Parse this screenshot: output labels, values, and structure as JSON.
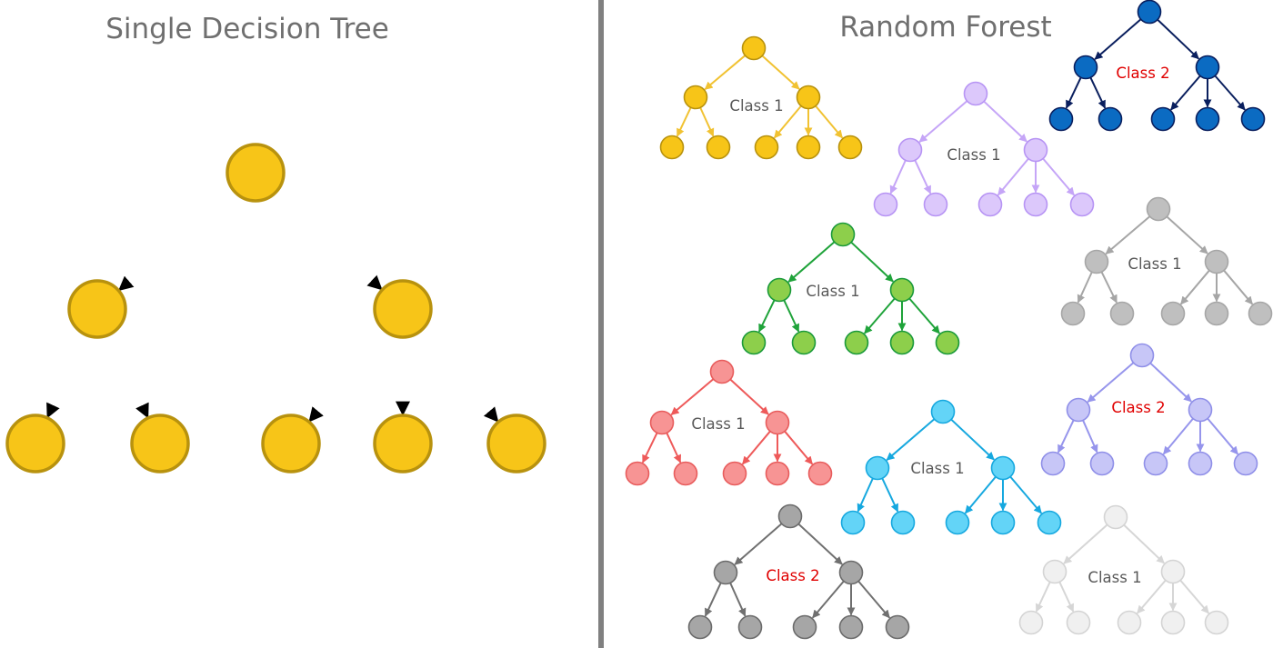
{
  "left_panel": {
    "title": "Single Decision Tree",
    "tree": {
      "color": "#f7c518",
      "stroke": "#b8920e"
    }
  },
  "right_panel": {
    "title": "Random Forest",
    "trees": [
      {
        "id": "yellow",
        "label": "Class 1",
        "label_color": "#595959",
        "color": "#f7c518",
        "stroke": "#b8920e",
        "edge": "#f1c232"
      },
      {
        "id": "navy",
        "label": "Class 2",
        "label_color": "#e00000",
        "color": "#0b6bc2",
        "stroke": "#0a1f5e",
        "edge": "#0a1f5e"
      },
      {
        "id": "lilac",
        "label": "Class 1",
        "label_color": "#595959",
        "color": "#dcc8fb",
        "stroke": "#b794f4",
        "edge": "#c5a5f7"
      },
      {
        "id": "green",
        "label": "Class 1",
        "label_color": "#595959",
        "color": "#8dcf4b",
        "stroke": "#1a9a3a",
        "edge": "#1fa33a"
      },
      {
        "id": "gray",
        "label": "Class 1",
        "label_color": "#595959",
        "color": "#bfbfbf",
        "stroke": "#a6a6a6",
        "edge": "#a6a6a6"
      },
      {
        "id": "red",
        "label": "Class 1",
        "label_color": "#595959",
        "color": "#f79494",
        "stroke": "#e85c5c",
        "edge": "#ee5a5a"
      },
      {
        "id": "cyan",
        "label": "Class 1",
        "label_color": "#595959",
        "color": "#63d4f7",
        "stroke": "#16a8df",
        "edge": "#16a8df"
      },
      {
        "id": "periwinkle",
        "label": "Class 2",
        "label_color": "#e00000",
        "color": "#c7c6f7",
        "stroke": "#8f8fe8",
        "edge": "#9695ec"
      },
      {
        "id": "dark-gray",
        "label": "Class 2",
        "label_color": "#e00000",
        "color": "#a6a6a6",
        "stroke": "#6b6b6b",
        "edge": "#707070"
      },
      {
        "id": "light-gray",
        "label": "Class 1",
        "label_color": "#595959",
        "color": "#f0f0f0",
        "stroke": "#d4d4d4",
        "edge": "#d6d6d6"
      }
    ]
  },
  "divider_color": "#808080"
}
